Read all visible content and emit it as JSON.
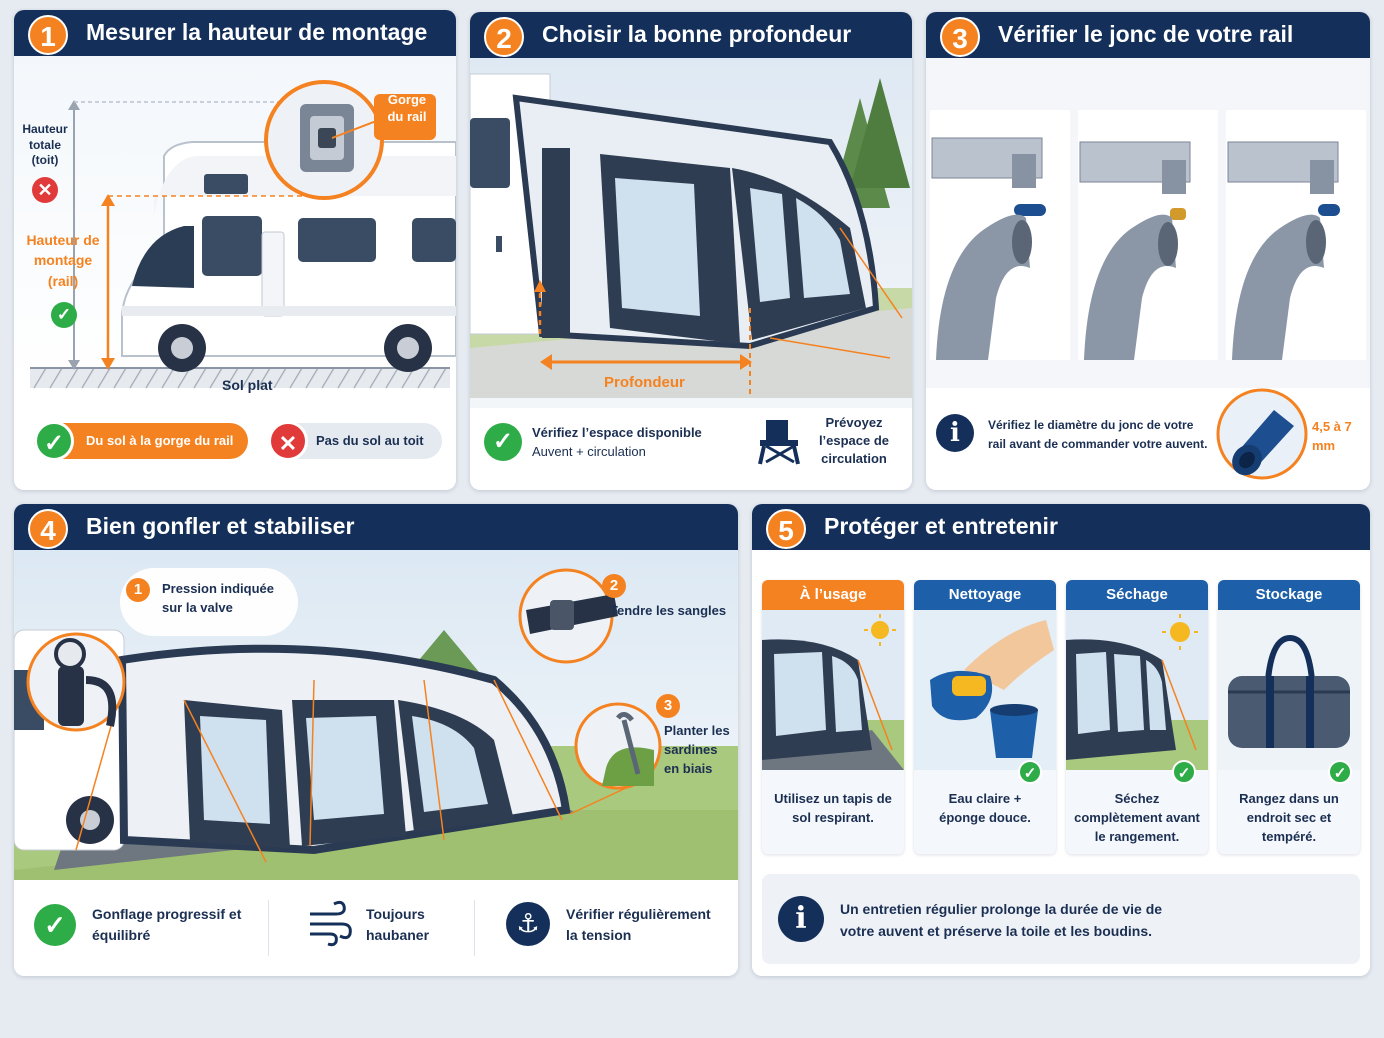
{
  "panel1": {
    "number": "1",
    "title": "Mesurer la hauteur de montage",
    "label_total": "Hauteur totale (toit)",
    "label_mount": "Hauteur de montage (rail)",
    "label_gorge": "Gorge du rail",
    "label_floor": "Sol plat",
    "btn_ok": "Du sol à la gorge du rail",
    "btn_no": "Pas du sol au toit"
  },
  "panel2": {
    "number": "2",
    "title": "Choisir la bonne profondeur",
    "label_depth": "Profondeur",
    "check_title": "Vérifiez l’espace disponible",
    "check_sub": "Auvent + circulation",
    "chair_text": "Prévoyez l’espace de circulation"
  },
  "panel3": {
    "number": "3",
    "title": "Vérifier le jonc de votre rail",
    "info_text": "Vérifiez le diamètre du jonc de votre rail avant de commander votre auvent.",
    "diameter": "4,5 à 7 mm",
    "info_icon": "i"
  },
  "panel4": {
    "number": "4",
    "title": "Bien gonfler et stabiliser",
    "step1_num": "1",
    "step1": "Pression indiquée sur la valve",
    "step2_num": "2",
    "step2": "Tendre les sangles",
    "step3_num": "3",
    "step3": "Planter les sardines en biais",
    "foot1": "Gonflage progressif et équilibré",
    "foot2": "Toujours haubaner",
    "foot3": "Vérifier régulièrement la tension"
  },
  "panel5": {
    "number": "5",
    "title": "Protéger et entretenir",
    "cards": [
      {
        "title": "À l’usage",
        "text": "Utilisez un tapis de sol respirant.",
        "color": "#f58220"
      },
      {
        "title": "Nettoyage",
        "text": "Eau claire + éponge douce.",
        "color": "#1d5fa8"
      },
      {
        "title": "Séchage",
        "text": "Séchez complètement avant le rangement.",
        "color": "#1d5fa8"
      },
      {
        "title": "Stockage",
        "text": "Rangez dans un endroit sec et tempéré.",
        "color": "#1d5fa8"
      }
    ],
    "note": "Un entretien régulier prolonge la durée de vie de votre auvent et préserve la toile et les boudins.",
    "info_icon": "i"
  },
  "colors": {
    "navy": "#14305a",
    "orange": "#f58220",
    "green": "#2eac48",
    "red": "#e03a3a"
  }
}
